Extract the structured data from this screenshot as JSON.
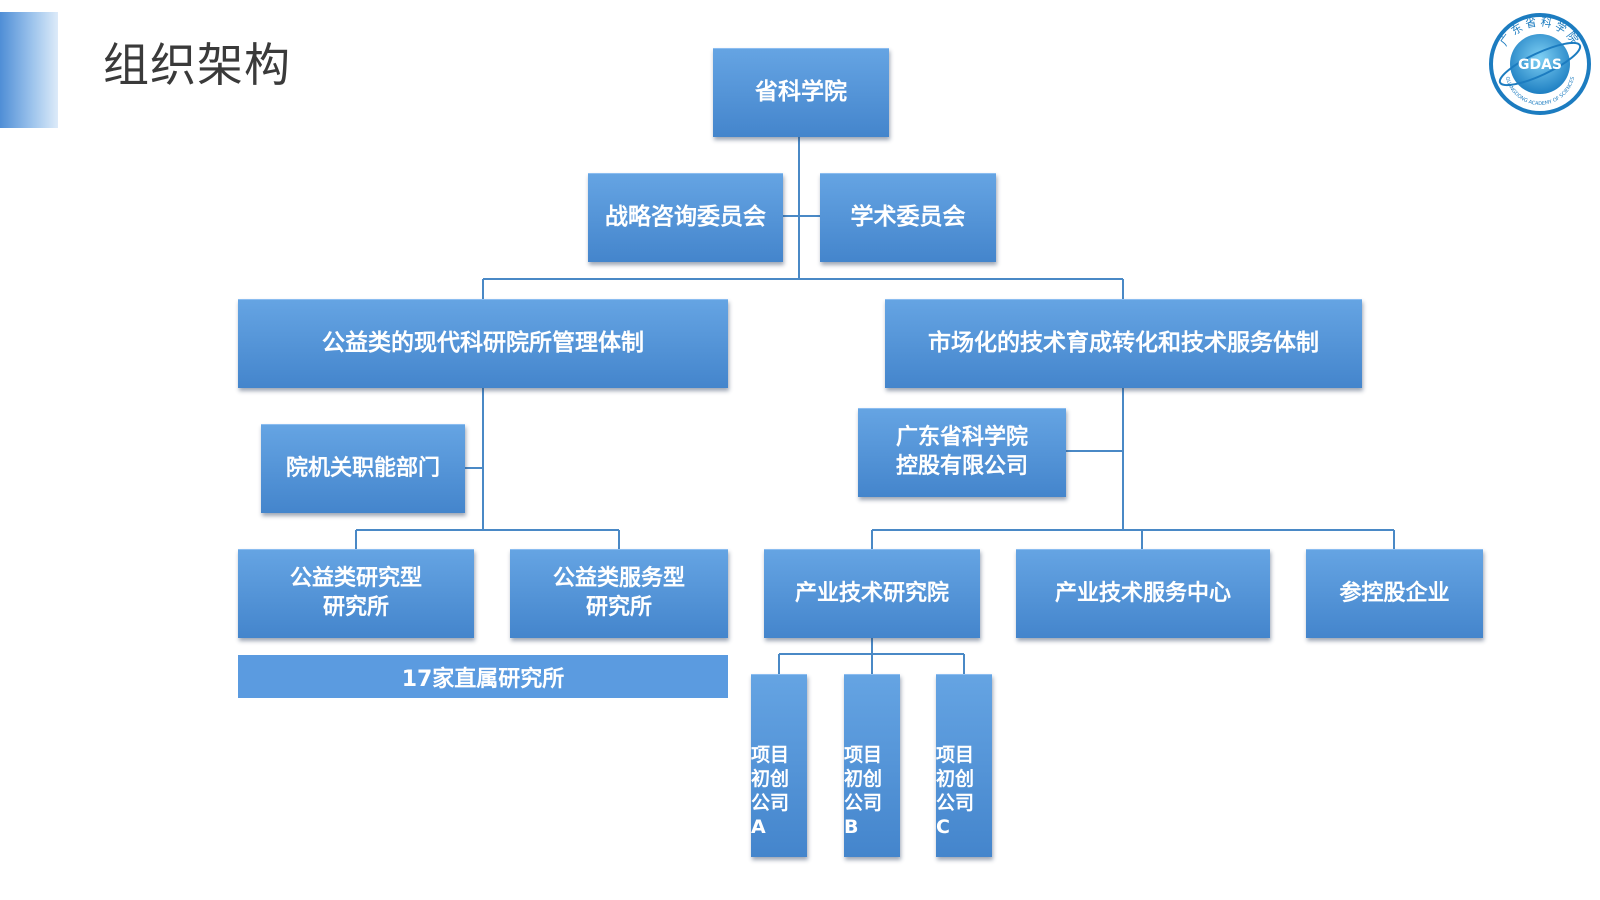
{
  "title": "组织架构",
  "logo": {
    "ring_text": "广东省科学院",
    "center_text": "GDAS",
    "bottom_text": "GUANGDONG ACADEMY OF SCIENCES"
  },
  "org": {
    "root": "省科学院",
    "strategy_committee": "战略咨询委员会",
    "academic_committee": "学术委员会",
    "public_system": "公益类的现代科研院所管理体制",
    "market_system": "市场化的技术育成转化和技术服务体制",
    "admin_departments": "院机关职能部门",
    "holding_company": [
      "广东省科学院",
      "控股有限公司"
    ],
    "public_research": [
      "公益类研究型",
      "研究所"
    ],
    "public_service": [
      "公益类服务型",
      "研究所"
    ],
    "affiliated_institutes": "17家直属研究所",
    "industry_institute": "产业技术研究院",
    "service_center": "产业技术服务中心",
    "holding_enterprises": "参控股企业",
    "startups": [
      [
        "项目",
        "初创",
        "公司",
        "A"
      ],
      [
        "项目",
        "初创",
        "公司",
        "B"
      ],
      [
        "项目",
        "初创",
        "公司",
        "C"
      ]
    ]
  },
  "colors": {
    "box": "#4f8fd4",
    "line": "#4a89c6",
    "title": "#3a3a3a"
  }
}
